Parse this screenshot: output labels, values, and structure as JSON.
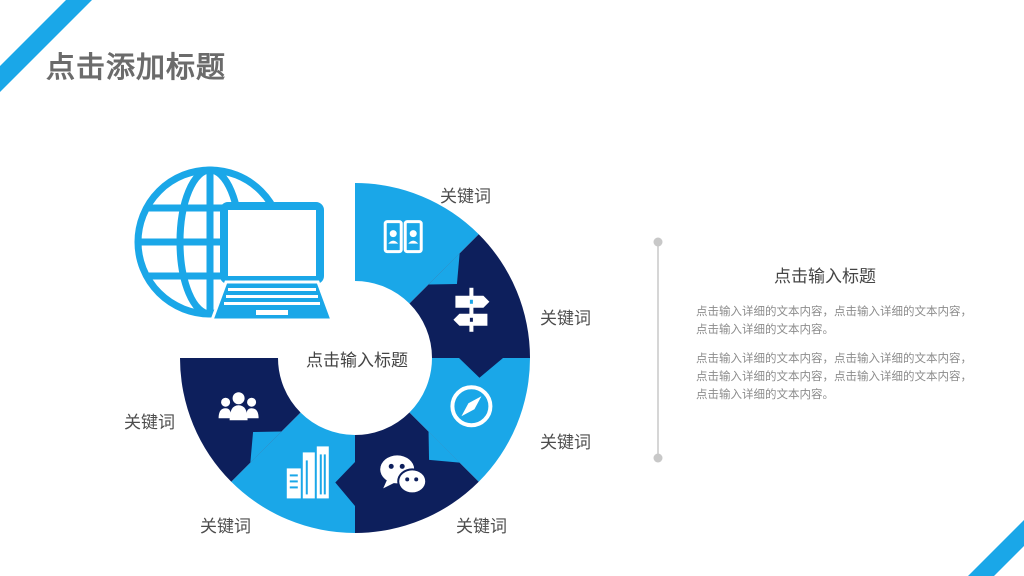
{
  "page": {
    "title": "点击添加标题"
  },
  "diagram": {
    "center_label": "点击输入标题",
    "keywords": [
      "关键词",
      "关键词",
      "关键词",
      "关键词",
      "关键词",
      "关键词"
    ],
    "segment_icons": [
      "mobile-contacts-icon",
      "signpost-icon",
      "compass-icon",
      "wechat-chat-icon",
      "buildings-icon",
      "team-icon"
    ],
    "segment_colors": [
      "#1aa7e8",
      "#0d1f5c",
      "#1aa7e8",
      "#0d1f5c",
      "#1aa7e8",
      "#0d1f5c"
    ]
  },
  "panel": {
    "title": "点击输入标题",
    "paragraph1": "点击输入详细的文本内容，点击输入详细的文本内容，点击输入详细的文本内容。",
    "paragraph2": "点击输入详细的文本内容，点击输入详细的文本内容，点击输入详细的文本内容，点击输入详细的文本内容，点击输入详细的文本内容。"
  },
  "colors": {
    "accent": "#1aa7e8",
    "navy": "#0d1f5c",
    "title_gray": "#6b6b6b"
  }
}
